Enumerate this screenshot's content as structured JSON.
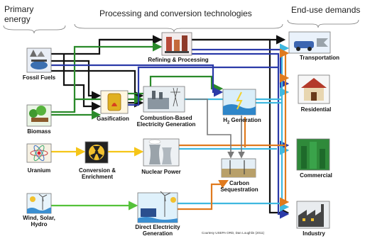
{
  "headers": {
    "primary_line1": "Primary",
    "primary_line2": "energy",
    "processing": "Processing and conversion technologies",
    "enduse": "End-use demands"
  },
  "nodes": {
    "fossil_fuels": "Fossil Fuels",
    "biomass": "Biomass",
    "uranium": "Uranium",
    "wind_solar_hydro_line1": "Wind, Solar,",
    "wind_solar_hydro_line2": "Hydro",
    "refining": "Refining & Processing",
    "gasification": "Gasification",
    "combustion_line1": "Combustion-Based",
    "combustion_line2": "Electricity Generation",
    "h2_sub": "2",
    "h2_prefix": "H",
    "h2_suffix": " Generation",
    "conversion_line1": "Conversion &",
    "conversion_line2": "Enrichment",
    "nuclear": "Nuclear Power",
    "carbon_line1": "Carbon",
    "carbon_line2": "Sequestration",
    "direct_line1": "Direct Electricity",
    "direct_line2": "Generation",
    "transportation": "Transportation",
    "residential": "Residential",
    "commercial": "Commercial",
    "industry": "Industry"
  },
  "credit": "Courtesy USEPA ORD, Dan Loughlin (2011)",
  "colors": {
    "fossil_flow": "#111111",
    "biomass_flow": "#2a8a2a",
    "refined_flow": "#2b3aa8",
    "electricity_flow": "#3fb8e0",
    "nuclear_flow": "#f5c518",
    "co2_flow": "#e07a1e",
    "gray_flow": "#7a7a7a",
    "renewable_flow": "#55c23a"
  }
}
